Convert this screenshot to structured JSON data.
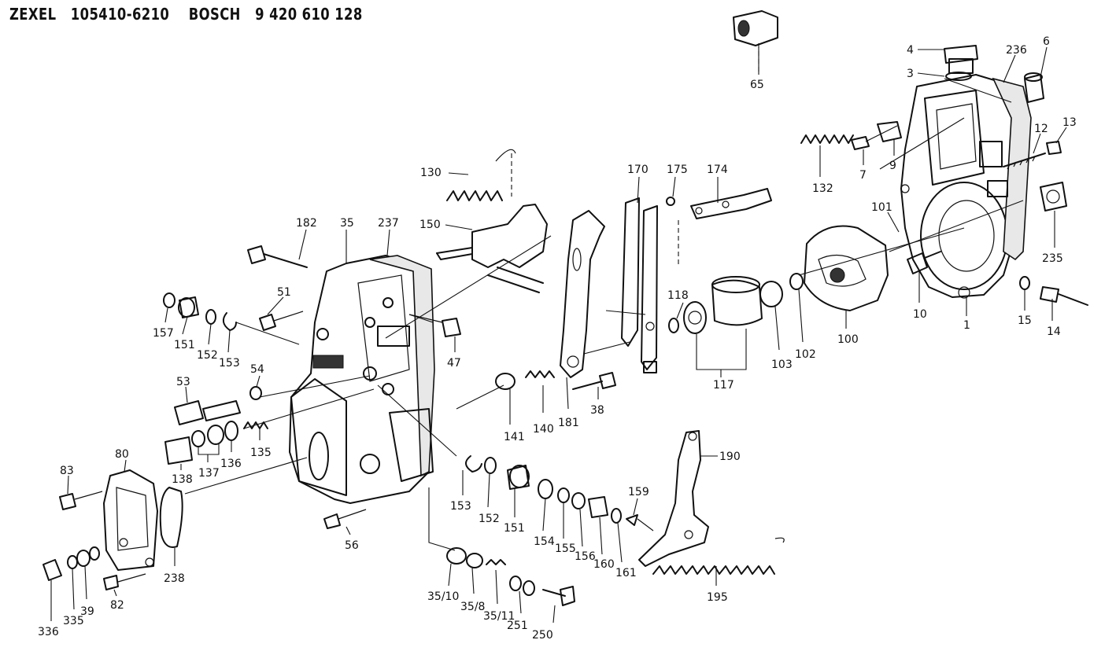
{
  "header": {
    "title": "ZEXEL   105410-6210    BOSCH   9 420 610 128"
  },
  "part_numbers": [
    "65",
    "4",
    "3",
    "236",
    "6",
    "12",
    "13",
    "132",
    "7",
    "9",
    "101",
    "235",
    "10",
    "1",
    "15",
    "14",
    "100",
    "102",
    "103",
    "117",
    "118",
    "175",
    "174",
    "170",
    "130",
    "150",
    "182",
    "35",
    "237",
    "51",
    "47",
    "157",
    "151",
    "152",
    "153",
    "54",
    "53",
    "138",
    "137",
    "136",
    "135",
    "141",
    "140",
    "181",
    "38",
    "80",
    "83",
    "238",
    "56",
    "336",
    "335",
    "39",
    "82",
    "153",
    "152",
    "151",
    "154",
    "155",
    "156",
    "160",
    "161",
    "159",
    "190",
    "195",
    "35/10",
    "35/8",
    "35/11",
    "251",
    "250"
  ]
}
